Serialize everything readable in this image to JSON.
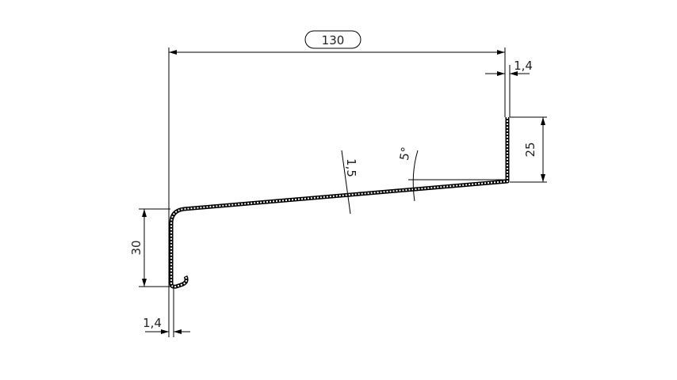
{
  "drawing": {
    "width_label": "130",
    "top_thickness_label": "1,4",
    "right_height_label": "25",
    "sheet_thickness_label": "1,5",
    "slope_angle_label": "5°",
    "left_height_label": "30",
    "bottom_thickness_label": "1,4"
  },
  "colors": {
    "line": "#000000",
    "background": "#ffffff"
  }
}
